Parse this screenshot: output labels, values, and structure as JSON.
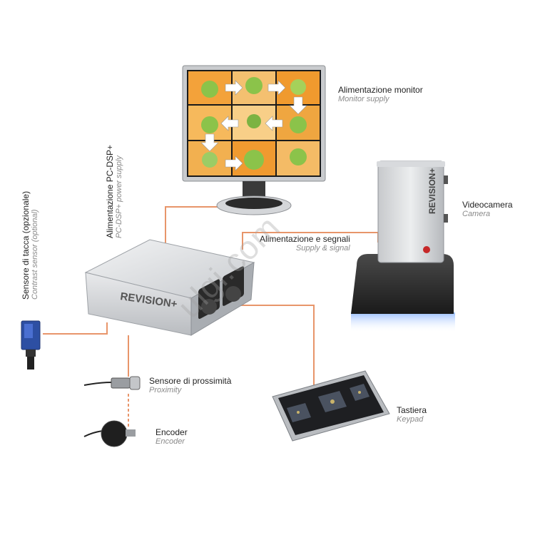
{
  "components": {
    "monitor": {
      "label": "Alimentazione monitor",
      "sublabel": "Monitor supply"
    },
    "pc_dsp": {
      "label": "Alimentazione PC-DSP+",
      "sublabel": "PC-DSP+ power supply"
    },
    "contrast_sensor": {
      "label": "Sensore di tacca (opzionale)",
      "sublabel": "Contrast sensor (optional)"
    },
    "camera": {
      "label": "Videocamera",
      "sublabel": "Camera"
    },
    "supply_signal": {
      "label": "Alimentazione e segnali",
      "sublabel": "Supply & signal"
    },
    "proximity": {
      "label": "Sensore di prossimità",
      "sublabel": "Proximity"
    },
    "encoder": {
      "label": "Encoder",
      "sublabel": "Encoder"
    },
    "keypad": {
      "label": "Tastiera",
      "sublabel": "Keypad"
    }
  },
  "brand": {
    "logo_text": "REVISION+"
  },
  "watermark": "ulgi.com",
  "colors": {
    "connector": "#e8956a",
    "camera_glow": "#8fb8ff",
    "box_body": "#cfd2d6"
  }
}
